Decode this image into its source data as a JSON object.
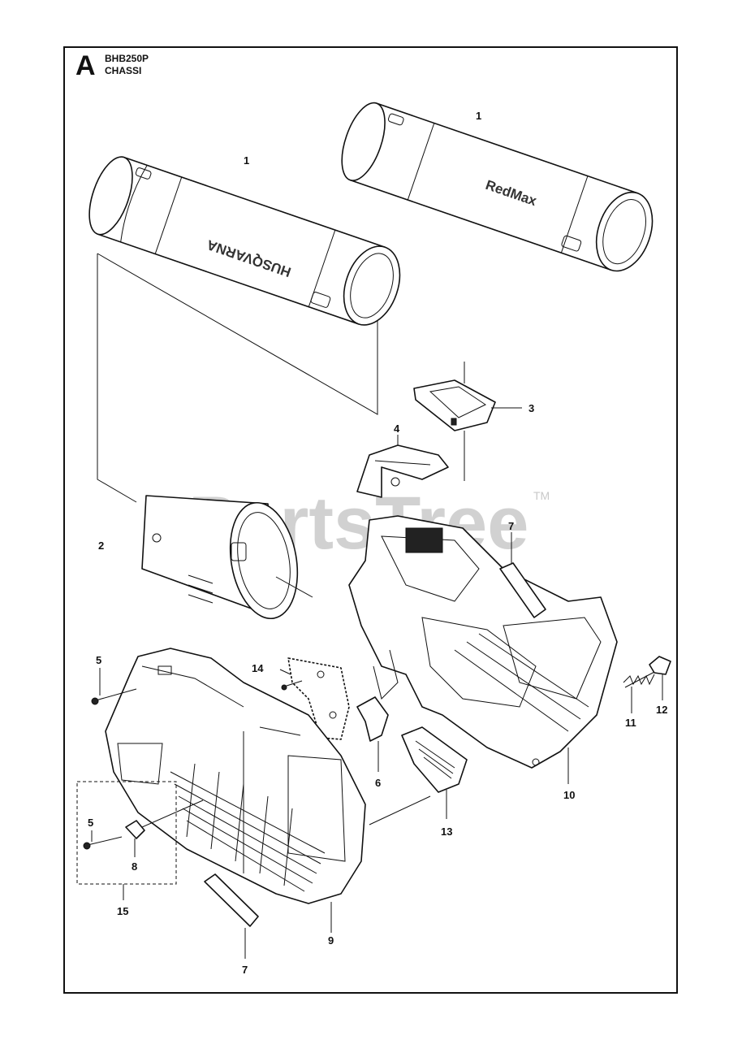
{
  "header": {
    "letter": "A",
    "model": "BHB250P",
    "section": "CHASSI"
  },
  "watermark": {
    "text": "PartsTree",
    "trademark": "TM"
  },
  "brand_marks": {
    "tube_left": "HUSQVARNA",
    "tube_right": "RedMax"
  },
  "callouts": [
    "1",
    "1",
    "2",
    "3",
    "4",
    "5",
    "5",
    "6",
    "7",
    "7",
    "8",
    "9",
    "10",
    "11",
    "12",
    "13",
    "14",
    "15"
  ]
}
